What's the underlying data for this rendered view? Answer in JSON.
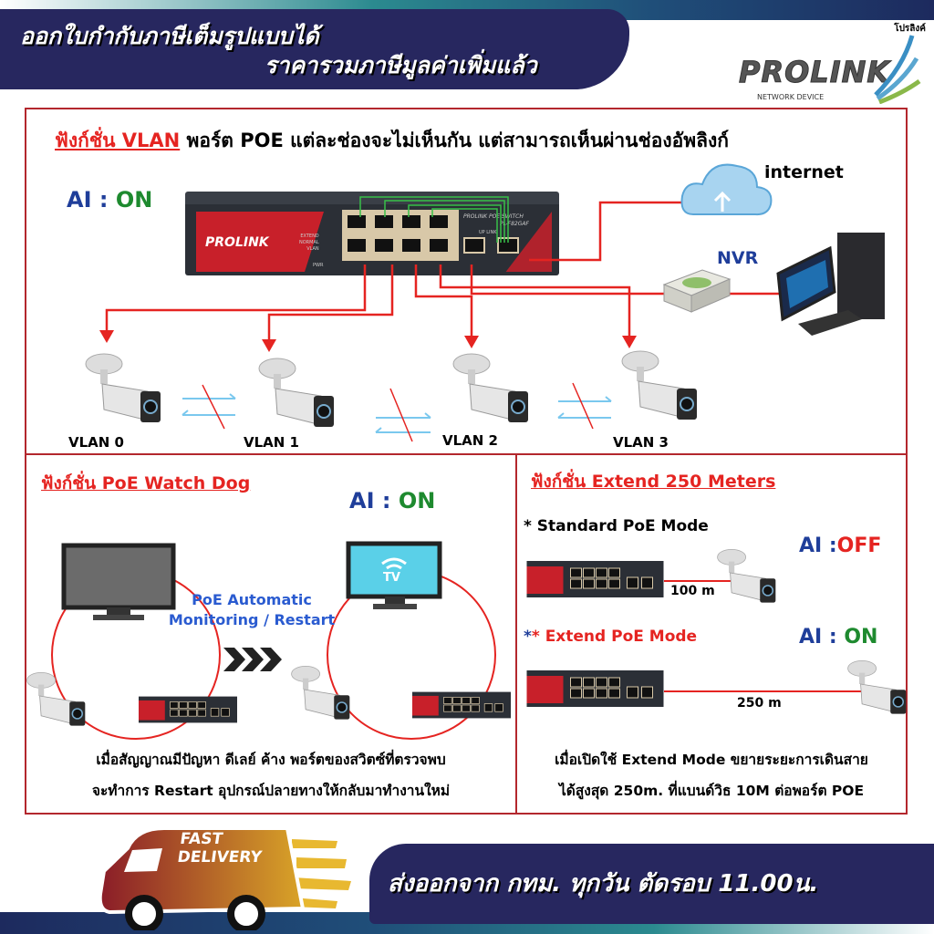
{
  "header": {
    "line1": "ออกใบกำกับภาษีเต็มรูปแบบได้",
    "line2": "ราคารวมภาษีมูลค่าเพิ่มแล้ว"
  },
  "logo": {
    "thai": "โปรลิงค์",
    "brand": "PROLINK",
    "tagline": "NETWORK DEVICE"
  },
  "vlan": {
    "title_red": "ฟังก์ชั่น VLAN",
    "title_rest": " พอร์ต POE แต่ละช่องจะไม่เห็นกัน แต่สามารถเห็นผ่านช่องอัพลิงก์",
    "ai_label": "AI : ",
    "ai_state": "ON",
    "internet": "internet",
    "nvr": "NVR",
    "switch": {
      "brand": "PROLINK POE SWITCH",
      "model": "PL-F82GAF",
      "uplink": "UP LINK",
      "modes": [
        "EXTEND",
        "NORMAL",
        "VLAN"
      ],
      "pwr": "PWR"
    },
    "cameras": [
      "VLAN 0",
      "VLAN 1",
      "VLAN 2",
      "VLAN 3"
    ]
  },
  "watchdog": {
    "title": "ฟังก์ชั่น PoE Watch Dog",
    "ai_label": "AI : ",
    "ai_state": "ON",
    "caption1": "PoE Automatic",
    "caption2": "Monitoring / Restart",
    "tv": "TV",
    "desc1": "เมื่อสัญญาณมีปัญหา ดีเลย์ ค้าง พอร์ตของสวิตซ์ที่ตรวจพบ",
    "desc2": "จะทำการ Restart อุปกรณ์ปลายทางให้กลับมาทำงานใหม่"
  },
  "extend": {
    "title": "ฟังก์ชั่น Extend 250 Meters",
    "standard": "* Standard PoE Mode",
    "std_ai_label": "AI :",
    "std_ai_state": "OFF",
    "std_distance": "100 m",
    "extend_mode": "* Extend PoE Mode",
    "ext_ai_label": "AI : ",
    "ext_ai_state": "ON",
    "ext_distance": "250 m",
    "desc1": "เมื่อเปิดใช้ Extend Mode ขยายระยะการเดินสาย",
    "desc2": "ได้สูงสุด 250m. ที่แบนด์วิธ 10M ต่อพอร์ต POE"
  },
  "delivery": {
    "badge1": "FAST",
    "badge2": "DELIVERY",
    "text": "ส่งออกจาก กทม. ทุกวัน ตัดรอบ 11.00น."
  },
  "colors": {
    "navy": "#27275f",
    "red": "#e52421",
    "blue": "#1f3e9a",
    "green": "#1e8a2f",
    "border": "#b3272d"
  }
}
